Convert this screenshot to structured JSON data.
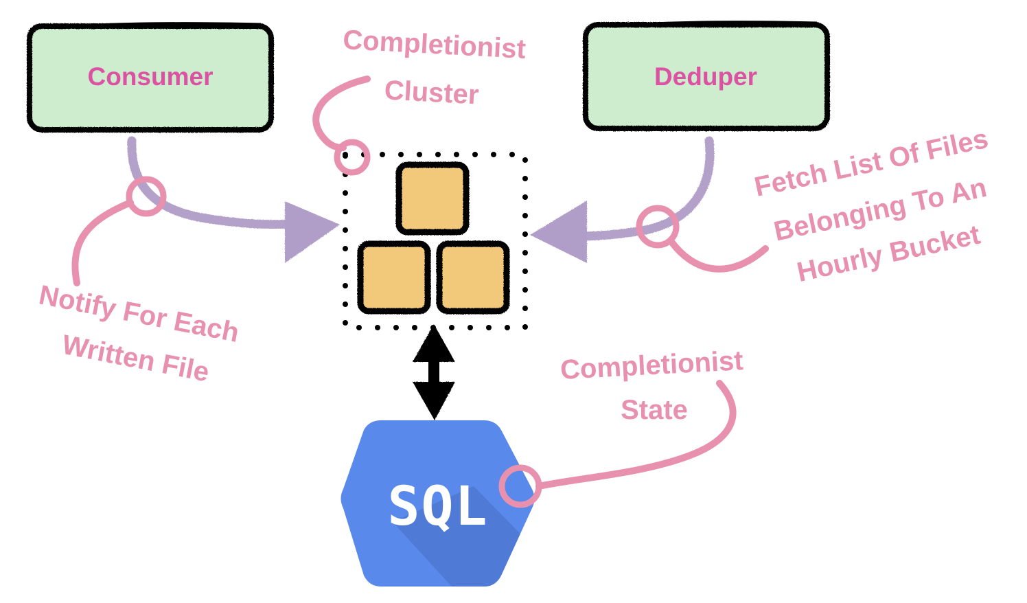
{
  "diagram": {
    "colors": {
      "node_fill": "#ceedce",
      "node_border": "#000000",
      "node_text": "#dc52a3",
      "annotation": "#e891ae",
      "flow_arrow": "#b09dc8",
      "cluster_box_fill": "#f2c97a",
      "sql_hex": "#5989ea",
      "sql_hex_shadow": "#4f7bd6",
      "sql_text": "#ffffff",
      "bidir_arrow": "#000000"
    },
    "nodes": {
      "consumer": {
        "label": "Consumer"
      },
      "deduper": {
        "label": "Deduper"
      },
      "cluster": {
        "label": "Completionist Cluster",
        "box_count": 3
      },
      "database": {
        "label": "SQL"
      }
    },
    "annotations": {
      "cluster": {
        "lines": [
          "Completionist",
          "Cluster"
        ]
      },
      "consumer_edge": {
        "lines": [
          "Notify For Each",
          "Written File"
        ]
      },
      "deduper_edge": {
        "lines": [
          "Fetch List Of Files",
          "Belonging To An",
          "Hourly Bucket"
        ]
      },
      "database": {
        "lines": [
          "Completionist",
          "State"
        ]
      }
    },
    "edges": [
      {
        "from": "consumer",
        "to": "cluster",
        "label": "Notify For Each Written File"
      },
      {
        "from": "deduper",
        "to": "cluster",
        "label": "Fetch List Of Files Belonging To An Hourly Bucket"
      },
      {
        "from": "cluster",
        "to": "database",
        "direction": "bidirectional"
      }
    ]
  }
}
